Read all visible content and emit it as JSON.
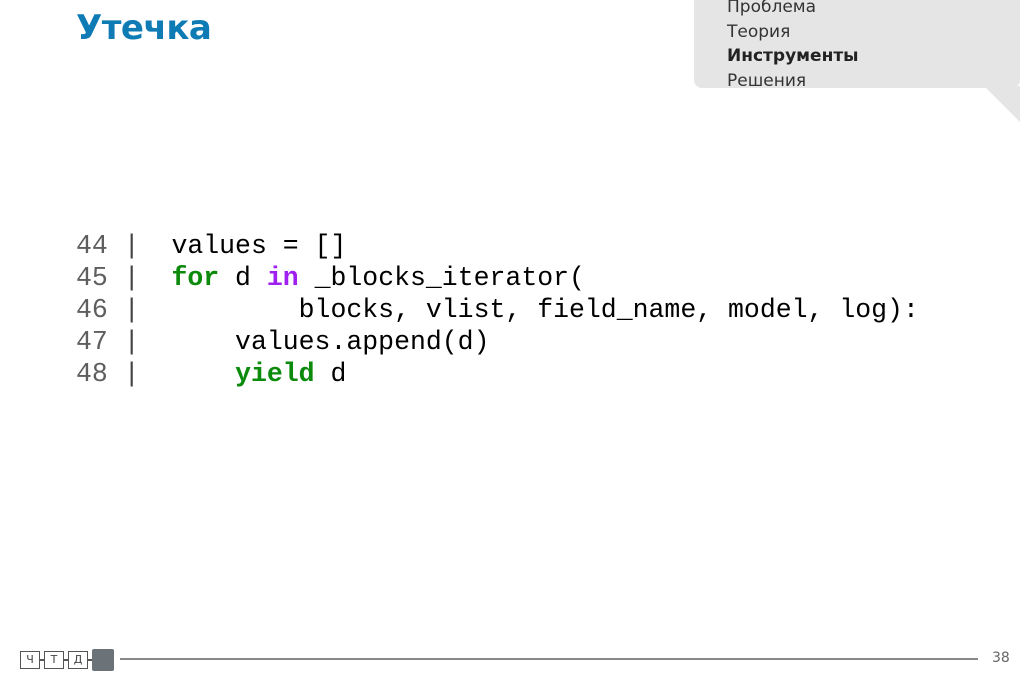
{
  "slide": {
    "title": "Утечка",
    "page_number": "38"
  },
  "nav": {
    "items": [
      {
        "label": "Проблема",
        "active": false
      },
      {
        "label": "Теория",
        "active": false
      },
      {
        "label": "Инструменты",
        "active": true
      },
      {
        "label": "Решения",
        "active": false
      }
    ]
  },
  "code": {
    "lines": [
      {
        "number": "44",
        "separator": " |  ",
        "tokens": [
          {
            "text": "values = []",
            "type": "plain"
          }
        ]
      },
      {
        "number": "45",
        "separator": " |  ",
        "tokens": [
          {
            "text": "for",
            "type": "kw"
          },
          {
            "text": " d ",
            "type": "plain"
          },
          {
            "text": "in",
            "type": "op"
          },
          {
            "text": " _blocks_iterator(",
            "type": "plain"
          }
        ]
      },
      {
        "number": "46",
        "separator": " |  ",
        "tokens": [
          {
            "text": "        blocks, vlist, field_name, model, log):",
            "type": "plain"
          }
        ]
      },
      {
        "number": "47",
        "separator": " |  ",
        "tokens": [
          {
            "text": "    values.append(d)",
            "type": "plain"
          }
        ]
      },
      {
        "number": "48",
        "separator": " |  ",
        "tokens": [
          {
            "text": "    ",
            "type": "plain"
          },
          {
            "text": "yield",
            "type": "kw"
          },
          {
            "text": " d",
            "type": "plain"
          }
        ]
      }
    ]
  },
  "footer": {
    "logo_letters": [
      "Ч",
      "Т",
      "Д"
    ]
  }
}
